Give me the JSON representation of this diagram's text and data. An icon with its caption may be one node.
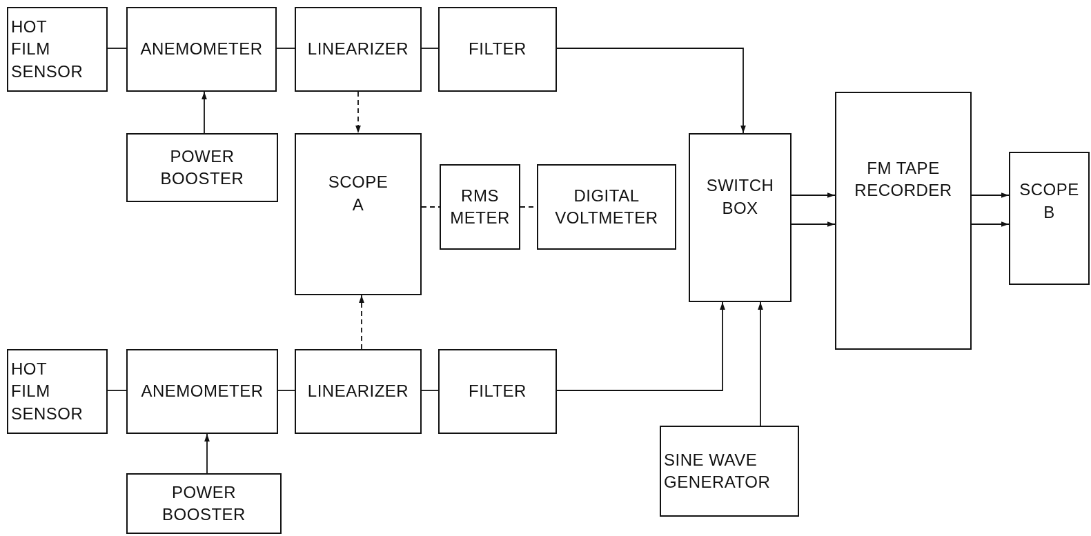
{
  "diagram": {
    "nodes": [
      {
        "text": [
          "HOT FILM SENSOR"
        ]
      },
      {
        "text": [
          "ANEMOMETER"
        ]
      },
      {
        "text": [
          "LINEARIZER"
        ]
      },
      {
        "text": [
          "FILTER"
        ]
      },
      {
        "text": [
          "POWER BOOSTER"
        ]
      },
      {
        "text": [
          "SCOPE A"
        ]
      },
      {
        "text": [
          "RMS METER"
        ]
      },
      {
        "text": [
          "DIGITAL VOLTMETER"
        ]
      },
      {
        "text": [
          "SWITCH BOX"
        ]
      },
      {
        "text": [
          "FM TAPE RECORDER"
        ]
      },
      {
        "text": [
          "SCOPE B"
        ]
      },
      {
        "text": [
          "HOT FILM SENSOR"
        ]
      },
      {
        "text": [
          "ANEMOMETER"
        ]
      },
      {
        "text": [
          "LINEARIZER"
        ]
      },
      {
        "text": [
          "FILTER"
        ]
      },
      {
        "text": [
          "SINE WAVE GENERATOR"
        ]
      },
      {
        "text": [
          "POWER BOOSTER"
        ]
      }
    ],
    "edges": [
      {
        "from": 0,
        "to": 1,
        "arrow": "none"
      },
      {
        "from": 1,
        "to": 2,
        "arrow": "none"
      },
      {
        "from": 2,
        "to": 3,
        "arrow": "none"
      },
      {
        "from": 3,
        "to": 8,
        "arrow": "to"
      },
      {
        "from": 4,
        "to": 1,
        "arrow": "to"
      },
      {
        "from": 2,
        "to": 5,
        "arrow": "to",
        "style": "dashed"
      },
      {
        "from": 5,
        "to": 6,
        "arrow": "none",
        "style": "dashed"
      },
      {
        "from": 6,
        "to": 7,
        "arrow": "none",
        "style": "dashed"
      },
      {
        "from": 8,
        "to": 9,
        "arrow": "to"
      },
      {
        "from": 8,
        "to": 9,
        "arrow": "to"
      },
      {
        "from": 9,
        "to": 10,
        "arrow": "to"
      },
      {
        "from": 9,
        "to": 10,
        "arrow": "to"
      },
      {
        "from": 11,
        "to": 12,
        "arrow": "none"
      },
      {
        "from": 12,
        "to": 13,
        "arrow": "none"
      },
      {
        "from": 13,
        "to": 14,
        "arrow": "none"
      },
      {
        "from": 13,
        "to": 5,
        "arrow": "to",
        "style": "dashed"
      },
      {
        "from": 14,
        "to": 8,
        "arrow": "to"
      },
      {
        "from": 15,
        "to": 8,
        "arrow": "to"
      },
      {
        "from": 16,
        "to": 12,
        "arrow": "to"
      }
    ]
  }
}
